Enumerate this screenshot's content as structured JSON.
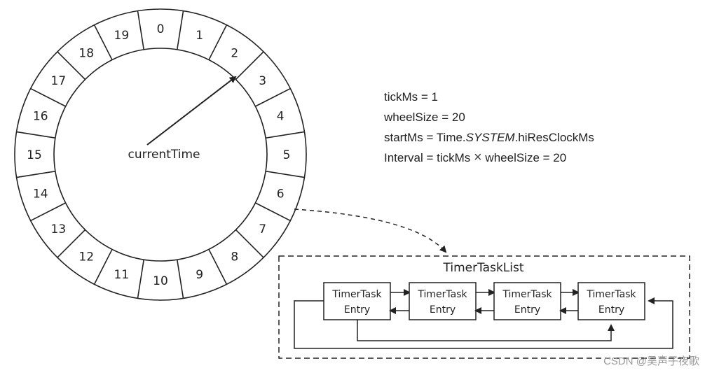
{
  "wheel": {
    "slots": [
      "0",
      "1",
      "2",
      "3",
      "4",
      "5",
      "6",
      "7",
      "8",
      "9",
      "10",
      "11",
      "12",
      "13",
      "14",
      "15",
      "16",
      "17",
      "18",
      "19"
    ],
    "pointer_label": "currentTime"
  },
  "params": {
    "line1": "tickMs = 1",
    "line2": "wheelSize = 20",
    "line3_prefix": "startMs = Time.",
    "line3_italic": "SYSTEM",
    "line3_suffix": ".hiResClockMs",
    "line4_prefix": "Interval = tickMs ",
    "line4_symbol": "×",
    "line4_suffix": " wheelSize = 20"
  },
  "task_list": {
    "title": "TimerTaskList",
    "entries": [
      {
        "line1": "TimerTask",
        "line2": "Entry"
      },
      {
        "line1": "TimerTask",
        "line2": "Entry"
      },
      {
        "line1": "TimerTask",
        "line2": "Entry"
      },
      {
        "line1": "TimerTask",
        "line2": "Entry"
      }
    ]
  },
  "watermark": "CSDN @吴声子夜歌"
}
